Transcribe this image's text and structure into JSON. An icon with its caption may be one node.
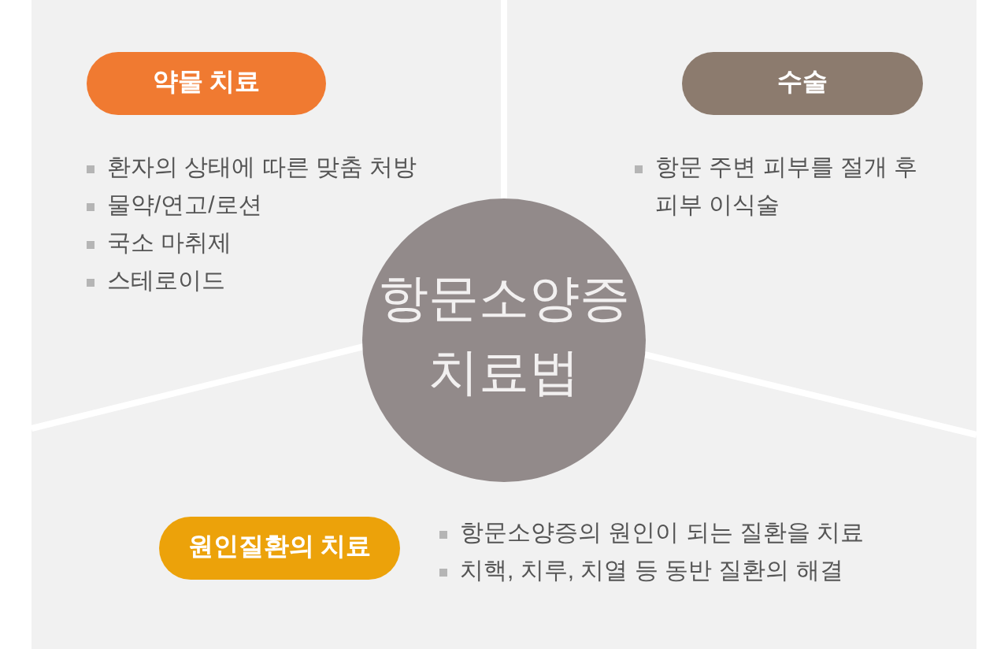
{
  "diagram": {
    "nodes": [
      {
        "text": [
          "약물 치료"
        ],
        "beside": [
          "환자의 상태에 따른 맞춤 처방",
          "물약/연고/로션",
          "국소 마취제",
          "스테로이드"
        ]
      },
      {
        "text": [
          "수술"
        ]
      },
      {
        "text": [
          "항문소양증 치료법"
        ]
      },
      {
        "text": [
          "원인질환의 치료"
        ],
        "beside": [
          "항문소양증의 원인이 되는 질환을 치료",
          "치핵, 치루, 치열 등 동반 질환의 해결"
        ]
      }
    ],
    "labels": [
      "항문 주변 피부를 절개 후 피부 이식술"
    ]
  }
}
